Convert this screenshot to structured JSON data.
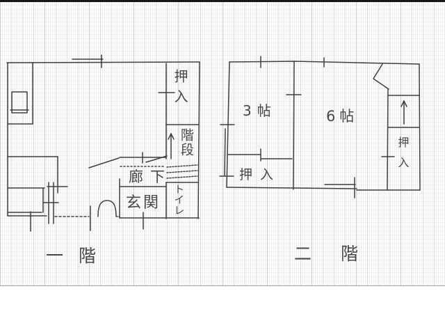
{
  "document": {
    "floor1": {
      "title": "一階",
      "rooms": {
        "closet": "押入",
        "stairs": "階段",
        "hallway": "廊下",
        "entrance": "玄関",
        "toilet": "トイレ"
      }
    },
    "floor2": {
      "title": "二階",
      "rooms": {
        "room_3mat": "3帖",
        "room_6mat": "6帖",
        "closet_lower": "押入",
        "closet_right": "押入"
      }
    }
  },
  "icons": {
    "floor1_stairs_arrow": "up-arrow",
    "floor2_stairs_arrow": "up-arrow",
    "entrance_door": "door-arc"
  },
  "colors": {
    "ink": "#3f3f3f",
    "handwriting": "#484848",
    "grid_line": "#aeb7bf",
    "paper": "#fefefe",
    "scan_edge_top": "#161616",
    "paper_bottom_edge": "#a2a6aa"
  }
}
